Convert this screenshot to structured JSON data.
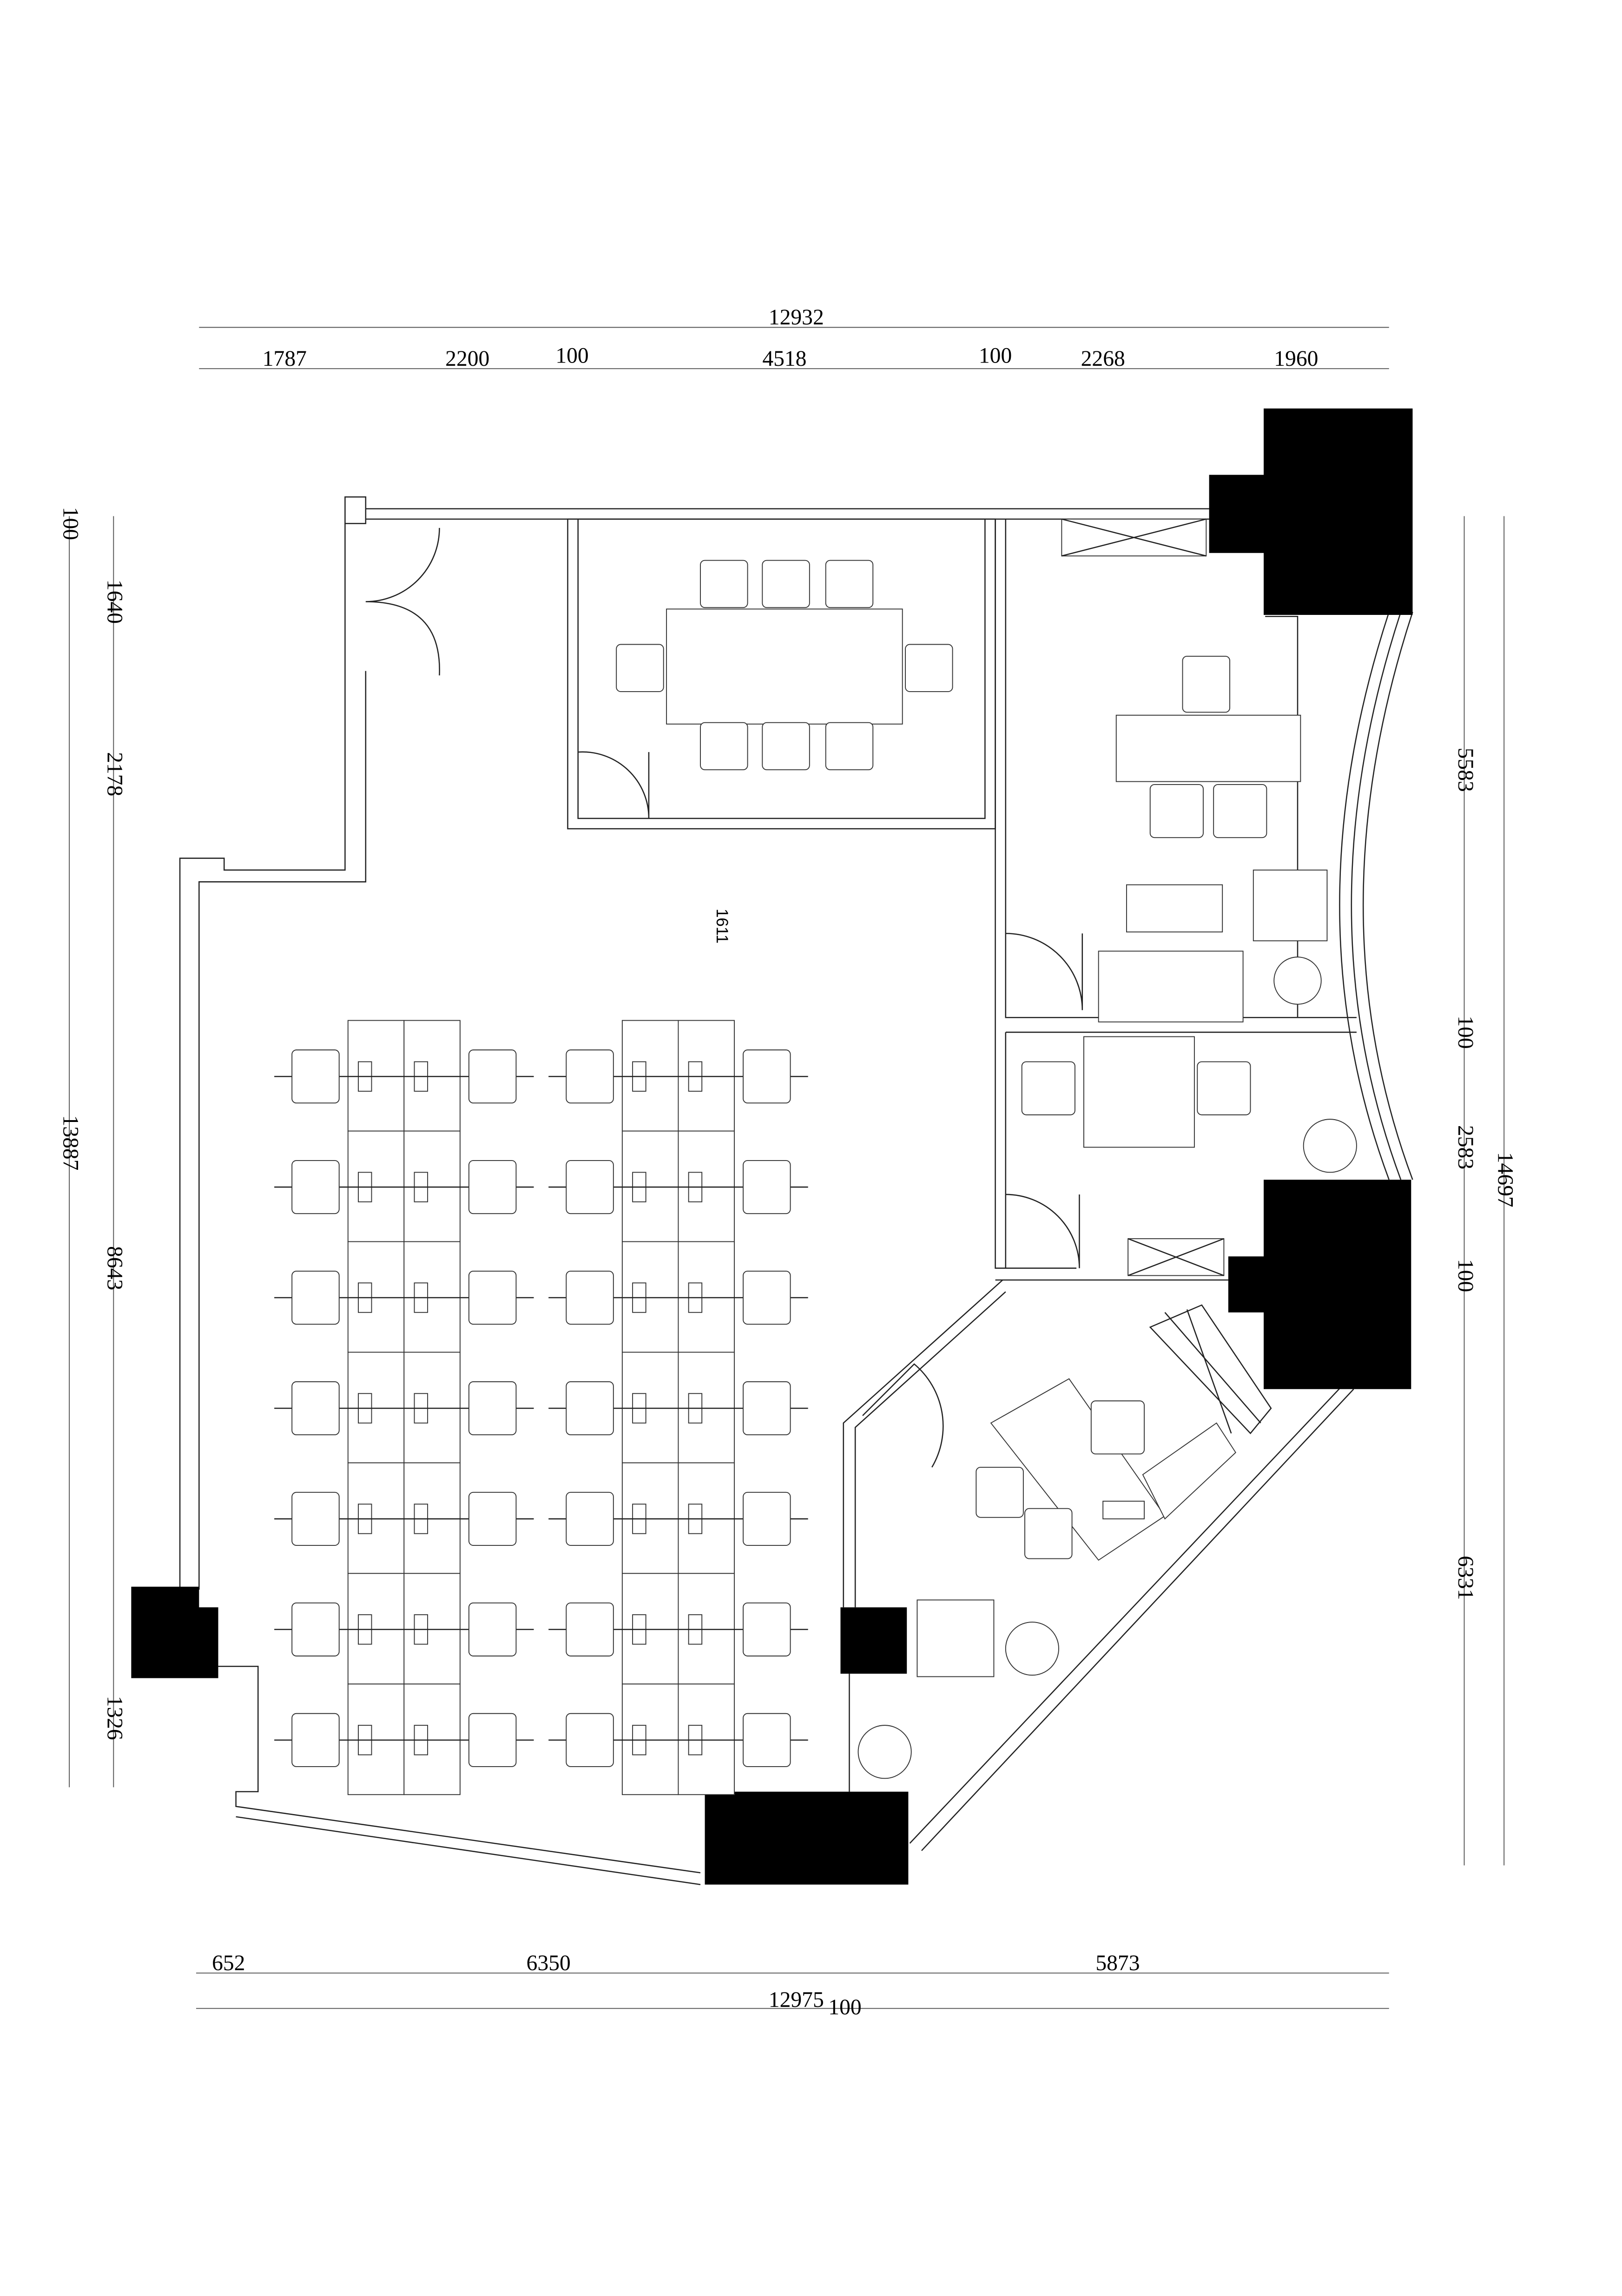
{
  "drawing": {
    "room_label": "1611",
    "dims_top": {
      "total": "12932",
      "segments": [
        "1787",
        "2200",
        "100",
        "4518",
        "100",
        "2268",
        "1960"
      ]
    },
    "dims_left": {
      "total": "13887",
      "segments": [
        "100",
        "1640",
        "2178",
        "8643",
        "1326"
      ]
    },
    "dims_right": {
      "total": "14697",
      "segments": [
        "5583",
        "100",
        "2583",
        "100",
        "6331"
      ]
    },
    "dims_bottom": {
      "total": "12975",
      "extra": "100",
      "segments": [
        "652",
        "6350",
        "5873"
      ]
    }
  }
}
